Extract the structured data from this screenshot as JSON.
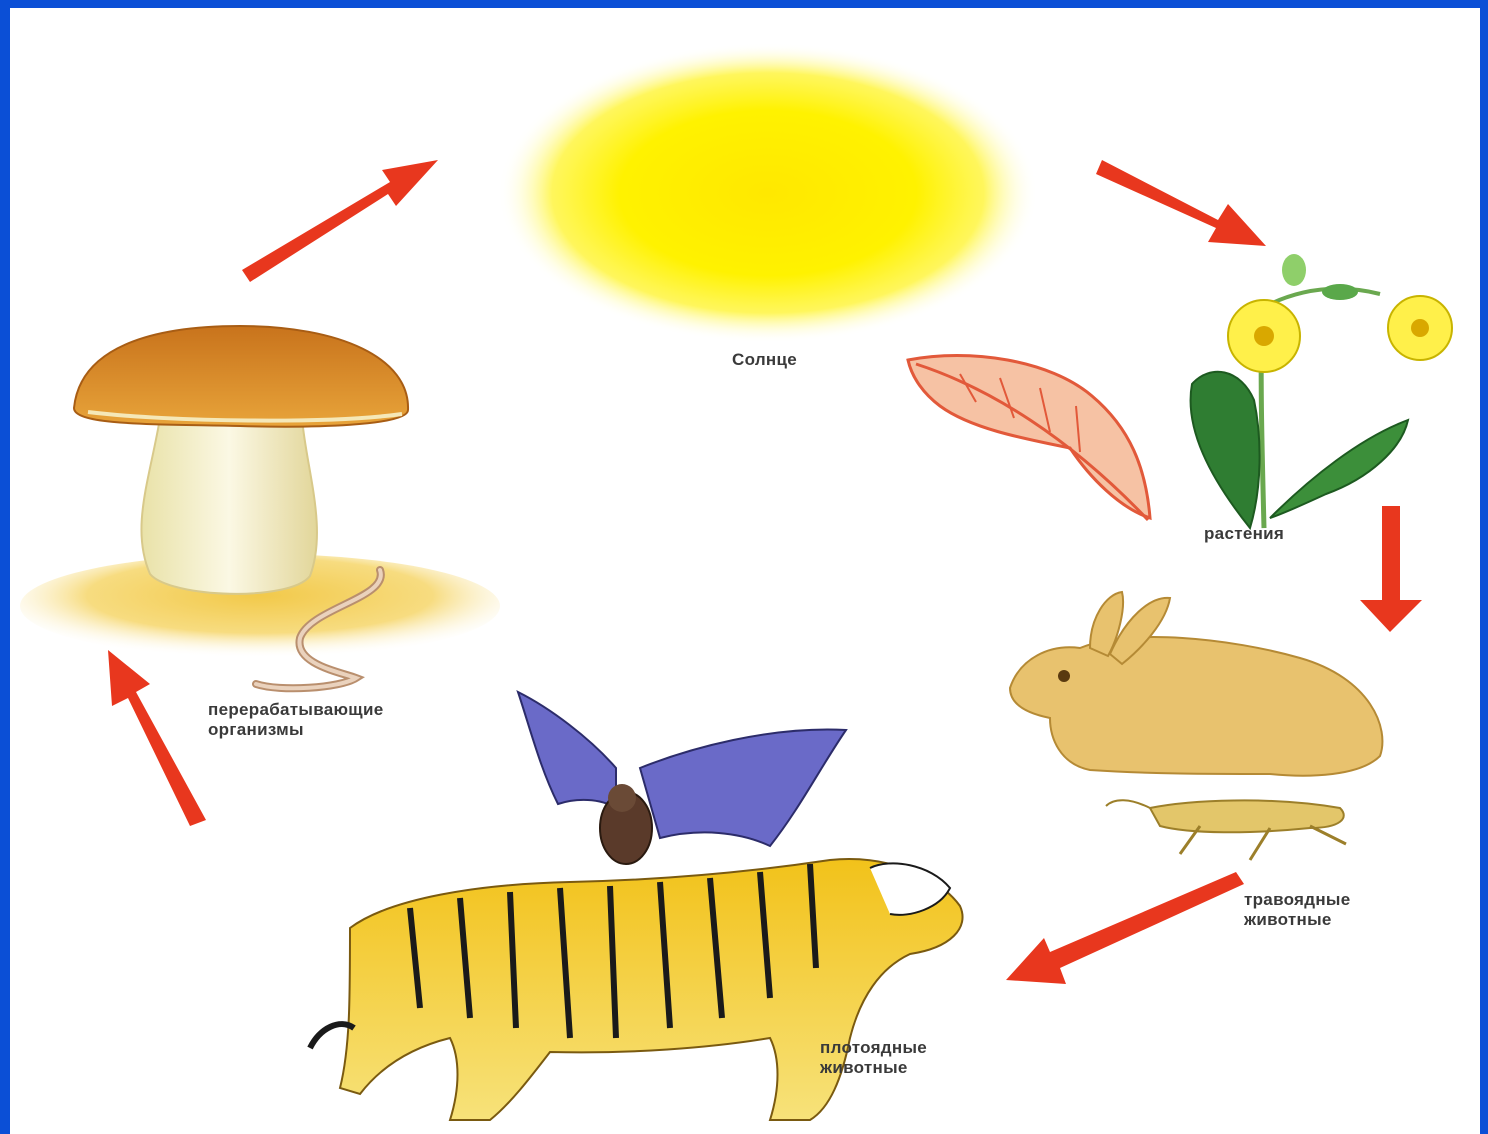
{
  "diagram": {
    "nodes": {
      "sun": {
        "label": "Солнце"
      },
      "plants": {
        "label": "растения"
      },
      "herbivores": {
        "label_line1": "травоядные",
        "label_line2": "животные"
      },
      "carnivores": {
        "label_line1": "плотоядные",
        "label_line2": "животные"
      },
      "decomposers": {
        "label_line1": "перерабатывающие",
        "label_line2": "организмы"
      }
    },
    "colors": {
      "frame": "#0b4fd6",
      "arrow": "#e8371e",
      "sun": "#fff200"
    }
  }
}
